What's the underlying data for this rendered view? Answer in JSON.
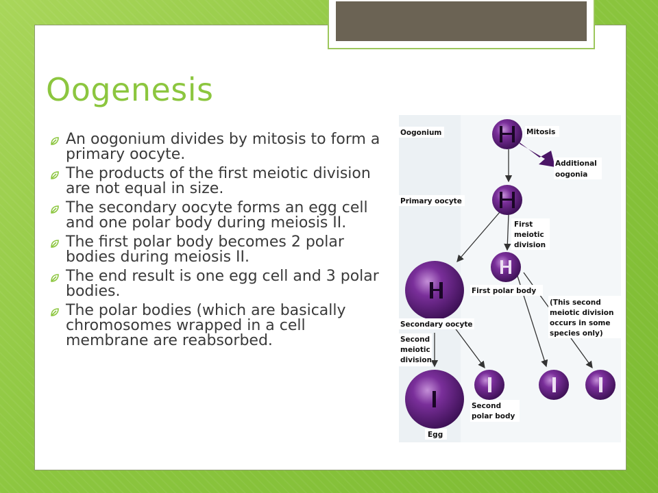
{
  "slide": {
    "title": "Oogenesis",
    "bullets": [
      "An oogonium divides by mitosis to form a primary oocyte.",
      "The products of the first meiotic division are not equal in size.",
      "The secondary oocyte forms an egg cell and one polar body during meiosis II.",
      "The first polar body becomes 2 polar bodies during meiosis II.",
      "The end result is one egg cell and 3 polar bodies.",
      "The polar bodies (which are basically chromosomes wrapped in a cell membrane are reabsorbed."
    ]
  },
  "diagram": {
    "oogonium": "Oogonium",
    "mitosis": "Mitosis",
    "additional_1": "Additional",
    "additional_2": "oogonia",
    "primary_oocyte": "Primary oocyte",
    "first_meiotic_1": "First",
    "first_meiotic_2": "meiotic",
    "first_meiotic_3": "division",
    "first_polar_body": "First polar body",
    "note_1": "(This second",
    "note_2": "meiotic division",
    "note_3": "occurs in some",
    "note_4": "species only)",
    "secondary_oocyte": "Secondary oocyte",
    "second_meiotic_1": "Second",
    "second_meiotic_2": "meiotic",
    "second_meiotic_3": "division",
    "second_polar_1": "Second",
    "second_polar_2": "polar body",
    "egg": "Egg"
  }
}
